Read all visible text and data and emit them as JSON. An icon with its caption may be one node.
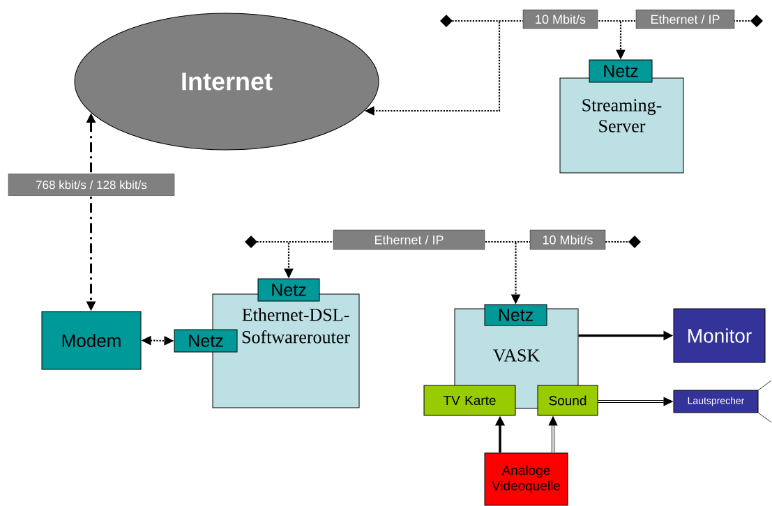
{
  "diagram": {
    "nodes": [
      {
        "text": [
          "Internet"
        ]
      },
      {
        "text": [],
        "shape": "bar"
      },
      {
        "text": [
          "Streaming-Server"
        ]
      },
      {
        "text": [
          "Netz"
        ]
      },
      {
        "text": [
          "Modem"
        ]
      },
      {
        "text": [],
        "shape": "bar"
      },
      {
        "text": [
          "Ethernet-DSL-Softwarerouter"
        ]
      },
      {
        "text": [
          "Netz"
        ]
      },
      {
        "text": [
          "Netz"
        ]
      },
      {
        "text": [
          "VASK"
        ]
      },
      {
        "text": [
          "Netz"
        ]
      },
      {
        "text": [
          "TV Karte"
        ]
      },
      {
        "text": [
          "Sound"
        ]
      },
      {
        "text": [
          "Monitor"
        ]
      },
      {
        "text": [
          "Lautsprecher"
        ]
      },
      {
        "text": [
          "Analoge Videoquelle"
        ]
      }
    ],
    "edges": [
      {
        "from": 1,
        "to": 0,
        "arrow": "to",
        "style": "dashed"
      },
      {
        "from": 1,
        "to": 3,
        "arrow": "to",
        "style": "dashed"
      },
      {
        "from": 0,
        "to": 4,
        "arrow": "both",
        "style": "dashed",
        "label": "768 kbit/s / 128 kbit/s"
      },
      {
        "from": 4,
        "to": 8,
        "arrow": "both",
        "style": "dashed"
      },
      {
        "from": 5,
        "to": 7,
        "arrow": "to",
        "style": "dashed"
      },
      {
        "from": 5,
        "to": 10,
        "arrow": "to",
        "style": "dashed"
      },
      {
        "from": 9,
        "to": 13,
        "arrow": "to"
      },
      {
        "from": 12,
        "to": 14,
        "arrow": "to",
        "style": "thick"
      },
      {
        "from": 15,
        "to": 11,
        "arrow": "to"
      },
      {
        "from": 15,
        "to": 12,
        "arrow": "to",
        "style": "thick"
      }
    ],
    "labels": [
      "10 Mbit/s",
      "Ethernet / IP",
      "Ethernet / IP",
      "10 Mbit/s"
    ]
  }
}
